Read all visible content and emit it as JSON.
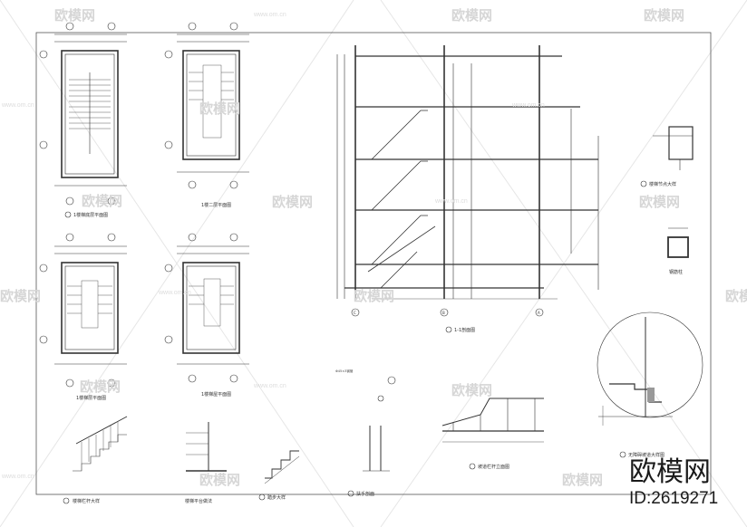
{
  "watermark": {
    "brand": "欧模网",
    "url": "www.om.cn"
  },
  "branding": {
    "logo_text": "欧模网",
    "id_text": "ID:2619271"
  },
  "drawings": {
    "plan1_title": "1楼梯底层平面图",
    "plan2_title": "1楼二层平面图",
    "plan3_title": "1楼梯层平面图",
    "plan4_title": "1楼梯屋平面图",
    "section_title": "1-1剖面图",
    "detail_a_title": "楼梯节点大样",
    "detail_b_title": "钢筋柱",
    "detail_c_title": "无障碍坡道大样图",
    "railing_title": "楼梯栏杆大样",
    "platform_title": "楼梯平台做法",
    "step_title": "踏步大样",
    "handrail_title": "扶手剖面",
    "ramp_title": "坡道栏杆立面图",
    "pipe_label": "Φ45×3钢管"
  }
}
